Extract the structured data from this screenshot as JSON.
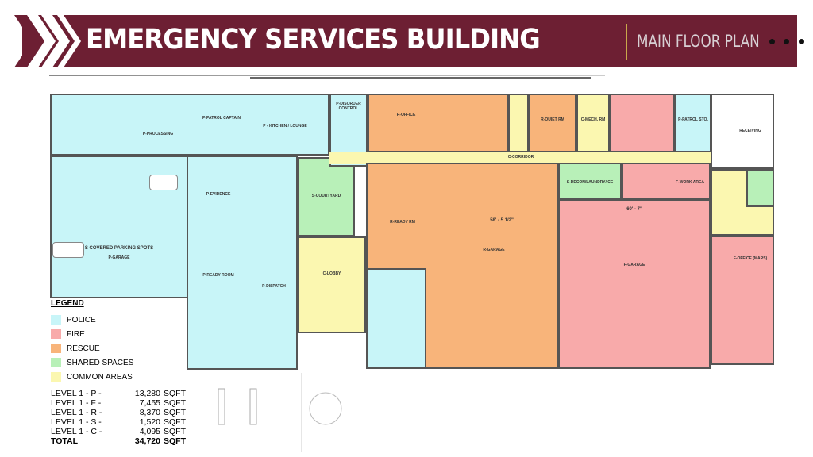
{
  "header": {
    "title": "EMERGENCY SERVICES BUILDING",
    "subtitle": "MAIN FLOOR PLAN",
    "brand_color": "#6d1f33",
    "accent_color": "#c9a84b"
  },
  "legend": {
    "title": "LEGEND",
    "items": [
      {
        "label": "POLICE",
        "color": "#c8f5f8"
      },
      {
        "label": "FIRE",
        "color": "#f8aaaa"
      },
      {
        "label": "RESCUE",
        "color": "#f8b47a"
      },
      {
        "label": "SHARED SPACES",
        "color": "#b8f0b8"
      },
      {
        "label": "COMMON AREAS",
        "color": "#fbf7b0"
      }
    ]
  },
  "areas": [
    {
      "label": "LEVEL 1 - P -",
      "value": "13,280",
      "unit": "SQFT"
    },
    {
      "label": "LEVEL 1 - F -",
      "value": "7,455",
      "unit": "SQFT"
    },
    {
      "label": "LEVEL 1 - R -",
      "value": "8,370",
      "unit": "SQFT"
    },
    {
      "label": "LEVEL 1 - S -",
      "value": "1,520",
      "unit": "SQFT"
    },
    {
      "label": "LEVEL 1 - C -",
      "value": "4,095",
      "unit": "SQFT"
    },
    {
      "label": "TOTAL",
      "value": "34,720",
      "unit": "SQFT"
    }
  ],
  "rooms": {
    "parking": "S COVERED PARKING SPOTS",
    "p_garage": "P-GARAGE",
    "processing": "P-PROCESSING",
    "kitchen": "P - KITCHEN / LOUNGE",
    "patrol_captain": "P-PATROL CAPTAIN",
    "evidence": "P-EVIDENCE",
    "courtyard": "S-COURTYARD",
    "lobby": "C-LOBBY",
    "corridor": "C-CORRIDOR",
    "r_office": "R-OFFICE",
    "quiet": "R-QUIET RM",
    "mech": "C-MECH. RM",
    "patrol_sto": "P-PATROL STO.",
    "r_garage": "R-GARAGE",
    "f_garage": "F-GARAGE",
    "decon": "S-DECON/LAUNDRY/ICE",
    "ready": "R-READY RM",
    "receiving": "RECEIVING",
    "dim_r": "58' - 5 1/2\"",
    "dim_f": "60' - 7\"",
    "disorder": "P-DISORDER CONTROL",
    "work": "F-WORK AREA",
    "office_f": "F-OFFICE (MARS)",
    "dispatch": "P-DISPATCH",
    "ready_room_p": "P-READY ROOM"
  }
}
